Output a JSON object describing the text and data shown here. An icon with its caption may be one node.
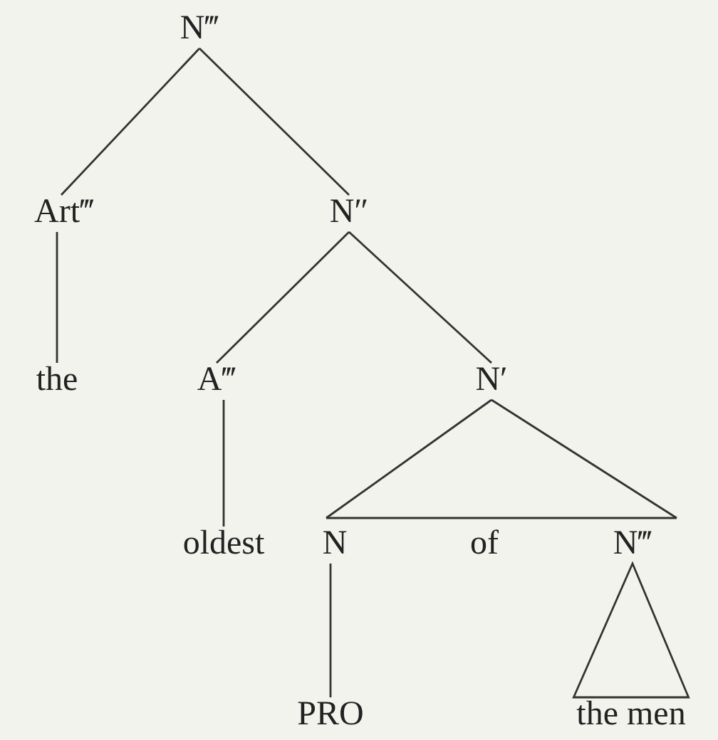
{
  "diagram": {
    "nodes": [
      {
        "text": [
          "N‴"
        ]
      },
      {
        "text": [
          "Art‴"
        ]
      },
      {
        "text": [
          "N″"
        ]
      },
      {
        "text": [
          "the"
        ]
      },
      {
        "text": [
          "A‴"
        ]
      },
      {
        "text": [
          "N′"
        ]
      },
      {
        "text": [
          "oldest"
        ]
      },
      {
        "text": [
          "N"
        ]
      },
      {
        "text": [
          "N‴"
        ]
      },
      {
        "text": [
          "PRO"
        ]
      },
      {
        "text": [
          "the men"
        ]
      }
    ],
    "edges": [
      {
        "from": 0,
        "to": 1,
        "arrow": "none"
      },
      {
        "from": 0,
        "to": 2,
        "arrow": "none"
      },
      {
        "from": 1,
        "to": 3,
        "arrow": "none"
      },
      {
        "from": 2,
        "to": 4,
        "arrow": "none"
      },
      {
        "from": 2,
        "to": 5,
        "arrow": "none"
      },
      {
        "from": 4,
        "to": 6,
        "arrow": "none"
      },
      {
        "from": 5,
        "to": 7,
        "arrow": "none"
      },
      {
        "from": 5,
        "to": 8,
        "arrow": "none"
      },
      {
        "from": 7,
        "to": 9,
        "arrow": "none"
      },
      {
        "from": 8,
        "to": 10,
        "arrow": "none"
      }
    ],
    "labels": [
      "of"
    ]
  }
}
